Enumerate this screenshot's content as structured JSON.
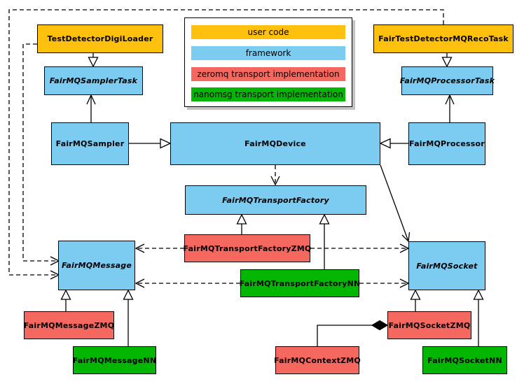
{
  "palette": {
    "user_code": "#FFC10E",
    "framework": "#7CCBF1",
    "zeromq": "#F5685F",
    "nanomsg": "#02B602",
    "edge": "#000000",
    "background": "#FFFFFF",
    "legend_shadow": "#C3C3C3"
  },
  "legend": {
    "items": [
      {
        "label": "user code",
        "category": "user_code"
      },
      {
        "label": "framework",
        "category": "framework"
      },
      {
        "label": "zeromq transport implementation",
        "category": "zeromq"
      },
      {
        "label": "nanomsg transport implementation",
        "category": "nanomsg"
      }
    ]
  },
  "nodes": {
    "testDetectorDigiLoader": {
      "label": "TestDetectorDigiLoader",
      "category": "user_code",
      "abstract": false
    },
    "fairTestDetectorMQRecoTask": {
      "label": "FairTestDetectorMQRecoTask",
      "category": "user_code",
      "abstract": false
    },
    "fairMQSamplerTask": {
      "label": "FairMQSamplerTask",
      "category": "framework",
      "abstract": true
    },
    "fairMQProcessorTask": {
      "label": "FairMQProcessorTask",
      "category": "framework",
      "abstract": true
    },
    "fairMQSampler": {
      "label": "FairMQSampler",
      "category": "framework",
      "abstract": false
    },
    "fairMQDevice": {
      "label": "FairMQDevice",
      "category": "framework",
      "abstract": false
    },
    "fairMQProcessor": {
      "label": "FairMQProcessor",
      "category": "framework",
      "abstract": false
    },
    "fairMQTransportFactory": {
      "label": "FairMQTransportFactory",
      "category": "framework",
      "abstract": true
    },
    "fairMQTransportFactoryZMQ": {
      "label": "FairMQTransportFactoryZMQ",
      "category": "zeromq",
      "abstract": false
    },
    "fairMQTransportFactoryNN": {
      "label": "FairMQTransportFactoryNN",
      "category": "nanomsg",
      "abstract": false
    },
    "fairMQMessage": {
      "label": "FairMQMessage",
      "category": "framework",
      "abstract": true
    },
    "fairMQSocket": {
      "label": "FairMQSocket",
      "category": "framework",
      "abstract": true
    },
    "fairMQMessageZMQ": {
      "label": "FairMQMessageZMQ",
      "category": "zeromq",
      "abstract": false
    },
    "fairMQMessageNN": {
      "label": "FairMQMessageNN",
      "category": "nanomsg",
      "abstract": false
    },
    "fairMQSocketZMQ": {
      "label": "FairMQSocketZMQ",
      "category": "zeromq",
      "abstract": false
    },
    "fairMQSocketNN": {
      "label": "FairMQSocketNN",
      "category": "nanomsg",
      "abstract": false
    },
    "fairMQContextZMQ": {
      "label": "FairMQContextZMQ",
      "category": "zeromq",
      "abstract": false
    }
  },
  "edges": [
    {
      "from": "TestDetectorDigiLoader",
      "to": "FairMQSamplerTask",
      "type": "inheritance"
    },
    {
      "from": "FairTestDetectorMQRecoTask",
      "to": "FairMQProcessorTask",
      "type": "inheritance"
    },
    {
      "from": "FairMQSampler",
      "to": "FairMQDevice",
      "type": "inheritance"
    },
    {
      "from": "FairMQProcessor",
      "to": "FairMQDevice",
      "type": "inheritance"
    },
    {
      "from": "FairMQTransportFactoryZMQ",
      "to": "FairMQTransportFactory",
      "type": "inheritance"
    },
    {
      "from": "FairMQTransportFactoryNN",
      "to": "FairMQTransportFactory",
      "type": "inheritance"
    },
    {
      "from": "FairMQMessageZMQ",
      "to": "FairMQMessage",
      "type": "inheritance"
    },
    {
      "from": "FairMQMessageNN",
      "to": "FairMQMessage",
      "type": "inheritance"
    },
    {
      "from": "FairMQSocketZMQ",
      "to": "FairMQSocket",
      "type": "inheritance"
    },
    {
      "from": "FairMQSocketNN",
      "to": "FairMQSocket",
      "type": "inheritance"
    },
    {
      "from": "FairMQSampler",
      "to": "FairMQSamplerTask",
      "type": "association"
    },
    {
      "from": "FairMQProcessor",
      "to": "FairMQProcessorTask",
      "type": "association"
    },
    {
      "from": "FairMQDevice",
      "to": "FairMQSocket",
      "type": "association"
    },
    {
      "from": "FairMQDevice",
      "to": "FairMQTransportFactory",
      "type": "dependency"
    },
    {
      "from": "TestDetectorDigiLoader",
      "to": "FairMQMessage",
      "type": "dependency"
    },
    {
      "from": "FairTestDetectorMQRecoTask",
      "to": "FairMQMessage",
      "type": "dependency"
    },
    {
      "from": "FairMQTransportFactoryZMQ",
      "to": "FairMQMessage",
      "type": "dependency"
    },
    {
      "from": "FairMQTransportFactoryZMQ",
      "to": "FairMQSocket",
      "type": "dependency"
    },
    {
      "from": "FairMQTransportFactoryNN",
      "to": "FairMQMessage",
      "type": "dependency"
    },
    {
      "from": "FairMQTransportFactoryNN",
      "to": "FairMQSocket",
      "type": "dependency"
    },
    {
      "from": "FairMQContextZMQ",
      "to": "FairMQSocketZMQ",
      "type": "composition"
    }
  ]
}
